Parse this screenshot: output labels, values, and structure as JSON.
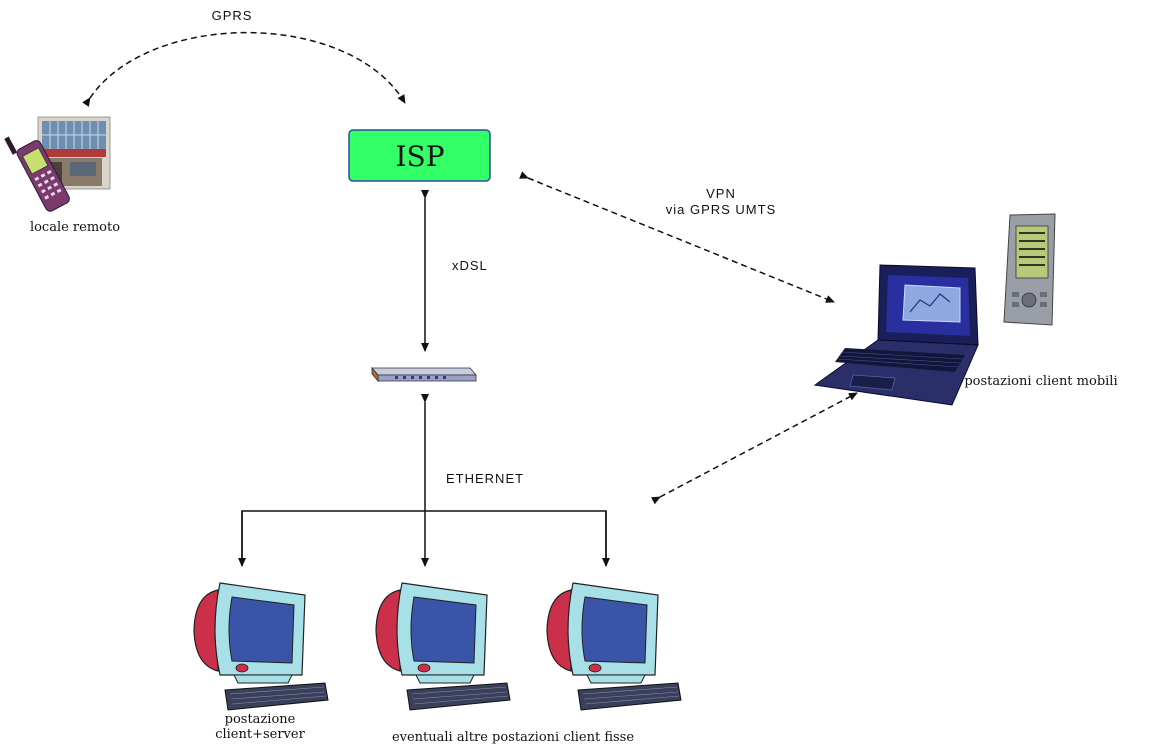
{
  "labels": {
    "gprs": "GPRS",
    "isp": "ISP",
    "vpn": "VPN",
    "vpn_sub": "via GPRS UMTS",
    "xdsl": "xDSL",
    "ethernet": "ETHERNET",
    "locale_remoto": "locale remoto",
    "postazioni_mobili": "postazioni client mobili",
    "postazione_line1": "postazione",
    "postazione_line2": "client+server",
    "altre_postazioni": "eventuali altre postazioni client fisse"
  },
  "icons": {
    "phone": "mobile-phone-icon",
    "router": "router-icon",
    "laptop": "laptop-icon",
    "pda": "pda-icon",
    "computer": "desktop-computer-icon"
  },
  "colors": {
    "isp_fill": "#33ff66",
    "isp_border": "#2b4fa0",
    "monitor_red": "#cc2f4a",
    "monitor_body": "#a8e0e8",
    "screen_blue": "#3a55a8",
    "laptop_dark": "#1a1f5a",
    "phone_purple": "#7a3a6e"
  }
}
